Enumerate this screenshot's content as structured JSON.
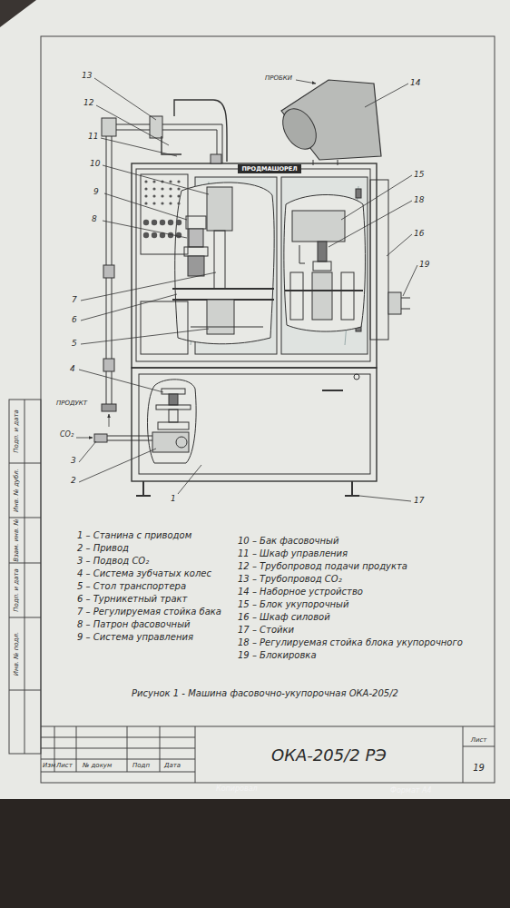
{
  "diagram": {
    "caption": "Рисунок 1 - Машина фасовочно-укупорочная ОКА-205/2",
    "nodes": [
      {
        "text": [
          "ПРОДМАШОРЕЛ"
        ]
      },
      {
        "text": [
          "ОКА-205/2 РЭ"
        ]
      },
      {
        "text": [
          "Лист",
          "19"
        ]
      }
    ],
    "labels": [
      "13",
      "12",
      "11",
      "10",
      "9",
      "8",
      "7",
      "6",
      "5",
      "4",
      "3",
      "2",
      "1",
      "ПРОБКИ",
      "14",
      "15",
      "18",
      "16",
      "19",
      "17",
      "ПРОДУКТ",
      "CO₂",
      "1 – Станина с приводом",
      "2 – Привод",
      "3 – Подвод CO₂",
      "4 – Система зубчатых колес",
      "5 – Стол транспортера",
      "6 – Турникетный тракт",
      "7 – Регулируемая стойка бака",
      "8 – Патрон фасовочный",
      "9 – Система управления",
      "10 – Бак фасовочный",
      "11 – Шкаф управления",
      "12 – Трубопровод подачи продукта",
      "13 – Трубопровод CO₂",
      "14 – Наборное устройство",
      "15 – Блок укупорочный",
      "16 – Шкаф силовой",
      "17 – Стойки",
      "18 – Регулируемая стойка блока укупорочного",
      "19 – Блокировка",
      "Подп. и дата",
      "Инв. № дубл.",
      "Взам. инв. №",
      "Подп. и дата",
      "Инв. № подл.",
      "Изм",
      "Лист",
      "№ докум",
      "Подп",
      "Дата",
      "Копировал",
      "Формат А4"
    ]
  }
}
